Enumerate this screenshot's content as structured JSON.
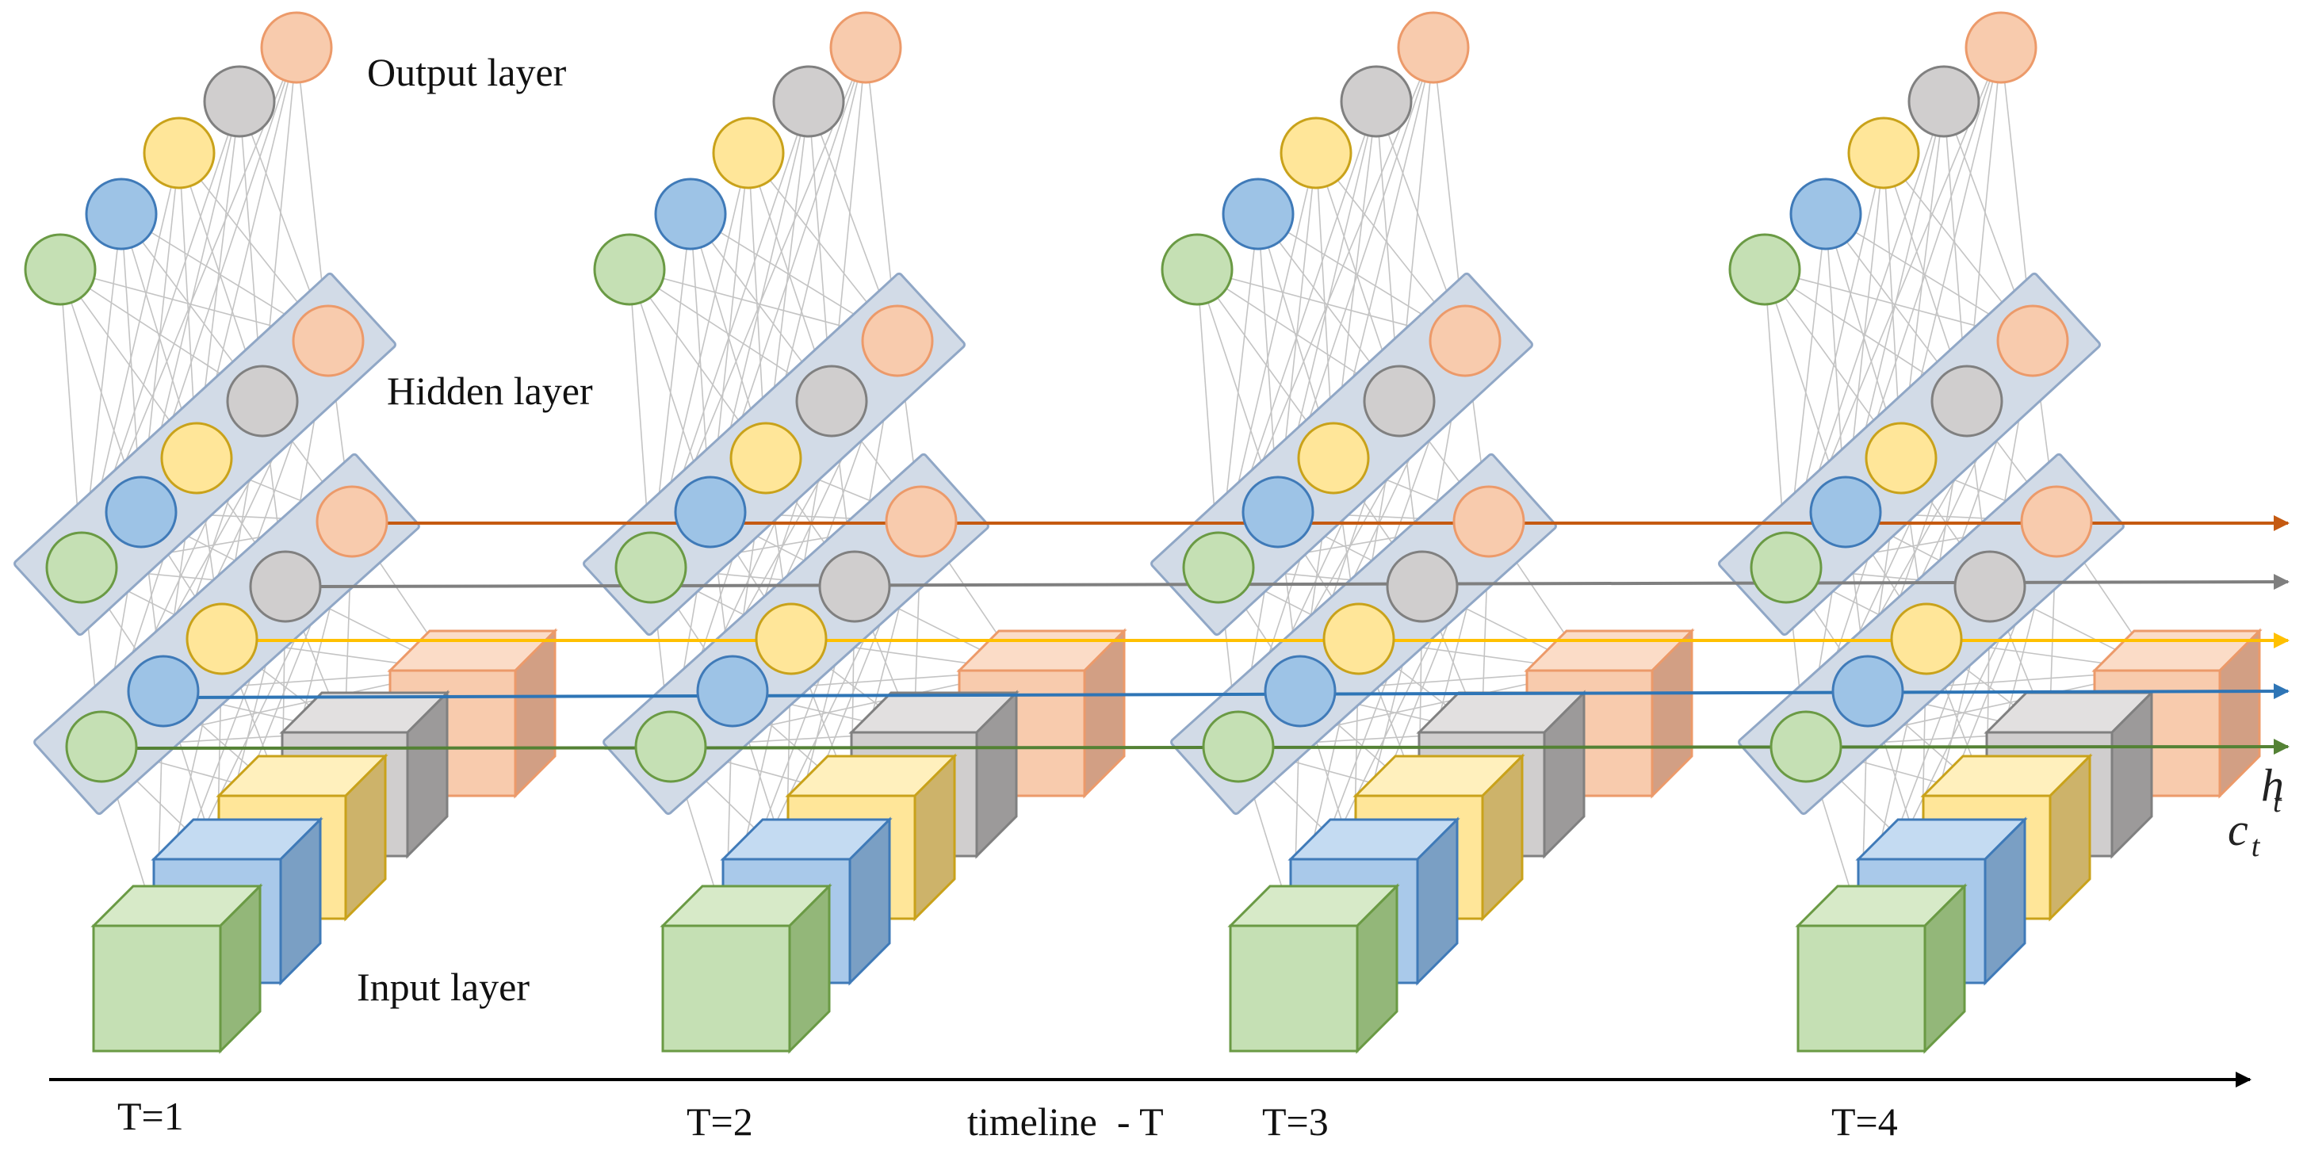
{
  "labels": {
    "output_layer": "Output layer",
    "hidden_layer": "Hidden layer",
    "input_layer": "Input layer",
    "timeline": "timeline  - T",
    "h_t": "h",
    "h_t_sub": "t",
    "c_t": "c",
    "c_t_sub": "t"
  },
  "timesteps": [
    "T=1",
    "T=2",
    "T=3",
    "T=4"
  ],
  "node_colors": [
    {
      "name": "green",
      "fill": "#c5e0b4",
      "stroke": "#6a9a44"
    },
    {
      "name": "blue",
      "fill": "#9dc3e6",
      "stroke": "#3f7ab8"
    },
    {
      "name": "yellow",
      "fill": "#ffe699",
      "stroke": "#c9a21a"
    },
    {
      "name": "gray",
      "fill": "#d0cece",
      "stroke": "#808080"
    },
    {
      "name": "orange",
      "fill": "#f8cbad",
      "stroke": "#ec9a6a"
    }
  ],
  "cube_colors": [
    {
      "name": "green",
      "front": "#c5e0b4",
      "top": "#d7eac8",
      "side": "#93b779",
      "stroke": "#6a9a44"
    },
    {
      "name": "blue",
      "front": "#a9c9ea",
      "top": "#c4dbf2",
      "side": "#7a9fc4",
      "stroke": "#3f7ab8"
    },
    {
      "name": "yellow",
      "front": "#ffe699",
      "top": "#fff0bd",
      "side": "#cdb36a",
      "stroke": "#c9a21a"
    },
    {
      "name": "gray",
      "front": "#d0cece",
      "top": "#e2e0e0",
      "side": "#9c9a9a",
      "stroke": "#808080"
    },
    {
      "name": "orange",
      "front": "#f8cbad",
      "top": "#fbdcc7",
      "side": "#d29f84",
      "stroke": "#ec9a6a"
    }
  ],
  "state_arrow_colors": [
    "#c55a11",
    "#7f7f7f",
    "#ffc000",
    "#2e75b6",
    "#548235"
  ]
}
